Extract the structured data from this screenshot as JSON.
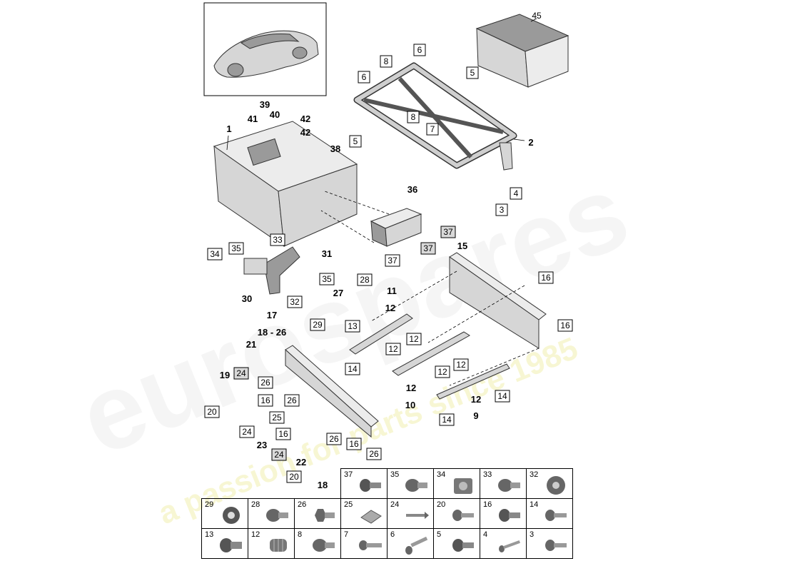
{
  "watermark": {
    "brand": "eurospares",
    "tagline": "a passion for parts since 1985"
  },
  "callouts": [
    {
      "id": "c1",
      "text": "1",
      "style": "num"
    },
    {
      "id": "c2",
      "text": "2",
      "style": "num"
    },
    {
      "id": "c3",
      "text": "3",
      "style": "box"
    },
    {
      "id": "c4",
      "text": "4",
      "style": "box"
    },
    {
      "id": "c5a",
      "text": "5",
      "style": "box"
    },
    {
      "id": "c5b",
      "text": "5",
      "style": "box"
    },
    {
      "id": "c6a",
      "text": "6",
      "style": "box"
    },
    {
      "id": "c6b",
      "text": "6",
      "style": "box"
    },
    {
      "id": "c7",
      "text": "7",
      "style": "box"
    },
    {
      "id": "c8a",
      "text": "8",
      "style": "box"
    },
    {
      "id": "c8b",
      "text": "8",
      "style": "box"
    },
    {
      "id": "c9",
      "text": "9",
      "style": "num"
    },
    {
      "id": "c10",
      "text": "10",
      "style": "num"
    },
    {
      "id": "c11",
      "text": "11",
      "style": "num"
    },
    {
      "id": "c12a",
      "text": "12",
      "style": "num"
    },
    {
      "id": "c12b",
      "text": "12",
      "style": "num"
    },
    {
      "id": "c12c",
      "text": "12",
      "style": "num"
    },
    {
      "id": "c12d",
      "text": "12",
      "style": "box"
    },
    {
      "id": "c12e",
      "text": "12",
      "style": "box"
    },
    {
      "id": "c12f",
      "text": "12",
      "style": "box"
    },
    {
      "id": "c12g",
      "text": "12",
      "style": "box"
    },
    {
      "id": "c13",
      "text": "13",
      "style": "box"
    },
    {
      "id": "c14a",
      "text": "14",
      "style": "box"
    },
    {
      "id": "c14b",
      "text": "14",
      "style": "box"
    },
    {
      "id": "c14c",
      "text": "14",
      "style": "box"
    },
    {
      "id": "c15",
      "text": "15",
      "style": "num"
    },
    {
      "id": "c16a",
      "text": "16",
      "style": "box"
    },
    {
      "id": "c16b",
      "text": "16",
      "style": "box"
    },
    {
      "id": "c16c",
      "text": "16",
      "style": "box"
    },
    {
      "id": "c16d",
      "text": "16",
      "style": "box"
    },
    {
      "id": "c16e",
      "text": "16",
      "style": "box"
    },
    {
      "id": "c17",
      "text": "17",
      "style": "num"
    },
    {
      "id": "c18a",
      "text": "18 - 26",
      "style": "num"
    },
    {
      "id": "c18b",
      "text": "18",
      "style": "num"
    },
    {
      "id": "c19",
      "text": "19",
      "style": "num"
    },
    {
      "id": "c20a",
      "text": "20",
      "style": "box"
    },
    {
      "id": "c20b",
      "text": "20",
      "style": "box"
    },
    {
      "id": "c21",
      "text": "21",
      "style": "num"
    },
    {
      "id": "c22",
      "text": "22",
      "style": "num"
    },
    {
      "id": "c23",
      "text": "23",
      "style": "num"
    },
    {
      "id": "c24a",
      "text": "24",
      "style": "boxg"
    },
    {
      "id": "c24b",
      "text": "24",
      "style": "box"
    },
    {
      "id": "c24c",
      "text": "24",
      "style": "boxg"
    },
    {
      "id": "c25",
      "text": "25",
      "style": "box"
    },
    {
      "id": "c26a",
      "text": "26",
      "style": "box"
    },
    {
      "id": "c26b",
      "text": "26",
      "style": "box"
    },
    {
      "id": "c26c",
      "text": "26",
      "style": "box"
    },
    {
      "id": "c26d",
      "text": "26",
      "style": "box"
    },
    {
      "id": "c27",
      "text": "27",
      "style": "num"
    },
    {
      "id": "c28",
      "text": "28",
      "style": "box"
    },
    {
      "id": "c29",
      "text": "29",
      "style": "box"
    },
    {
      "id": "c30",
      "text": "30",
      "style": "num"
    },
    {
      "id": "c31",
      "text": "31",
      "style": "num"
    },
    {
      "id": "c32",
      "text": "32",
      "style": "box"
    },
    {
      "id": "c33",
      "text": "33",
      "style": "box"
    },
    {
      "id": "c34",
      "text": "34",
      "style": "box"
    },
    {
      "id": "c35a",
      "text": "35",
      "style": "box"
    },
    {
      "id": "c35b",
      "text": "35",
      "style": "box"
    },
    {
      "id": "c36",
      "text": "36",
      "style": "num"
    },
    {
      "id": "c37a",
      "text": "37",
      "style": "boxg"
    },
    {
      "id": "c37b",
      "text": "37",
      "style": "box"
    },
    {
      "id": "c37c",
      "text": "37",
      "style": "boxg"
    },
    {
      "id": "c38",
      "text": "38",
      "style": "num"
    },
    {
      "id": "c39",
      "text": "39",
      "style": "num"
    },
    {
      "id": "c40",
      "text": "40",
      "style": "num"
    },
    {
      "id": "c41",
      "text": "41",
      "style": "num"
    },
    {
      "id": "c42a",
      "text": "42",
      "style": "num"
    },
    {
      "id": "c42b",
      "text": "42",
      "style": "num"
    },
    {
      "id": "c45",
      "text": "45",
      "style": "plain"
    }
  ],
  "parts_table": {
    "rows": [
      [
        {
          "num": ""
        },
        {
          "num": "37",
          "icon": "torx-screw-icon"
        },
        {
          "num": "35",
          "icon": "flange-screw-icon"
        },
        {
          "num": "34",
          "icon": "cage-nut-icon"
        },
        {
          "num": "33",
          "icon": "flange-screw-icon"
        },
        {
          "num": "32",
          "icon": "flange-nut-icon"
        }
      ],
      [
        {
          "num": "29",
          "icon": "grommet-icon"
        },
        {
          "num": "28",
          "icon": "flange-screw-icon"
        },
        {
          "num": "26",
          "icon": "hex-screw-icon"
        },
        {
          "num": "25",
          "icon": "clip-icon"
        },
        {
          "num": "24",
          "icon": "rivet-icon"
        },
        {
          "num": "20",
          "icon": "screw-icon"
        },
        {
          "num": "16",
          "icon": "torx-screw-icon"
        },
        {
          "num": "14",
          "icon": "screw-icon"
        }
      ],
      [
        {
          "num": "13",
          "icon": "collar-screw-icon"
        },
        {
          "num": "12",
          "icon": "threaded-insert-icon"
        },
        {
          "num": "8",
          "icon": "flange-screw-icon"
        },
        {
          "num": "7",
          "icon": "long-screw-icon"
        },
        {
          "num": "6",
          "icon": "long-bolt-icon"
        },
        {
          "num": "5",
          "icon": "torx-screw-icon"
        },
        {
          "num": "4",
          "icon": "pin-bolt-icon"
        },
        {
          "num": "3",
          "icon": "screw-icon"
        }
      ]
    ]
  }
}
